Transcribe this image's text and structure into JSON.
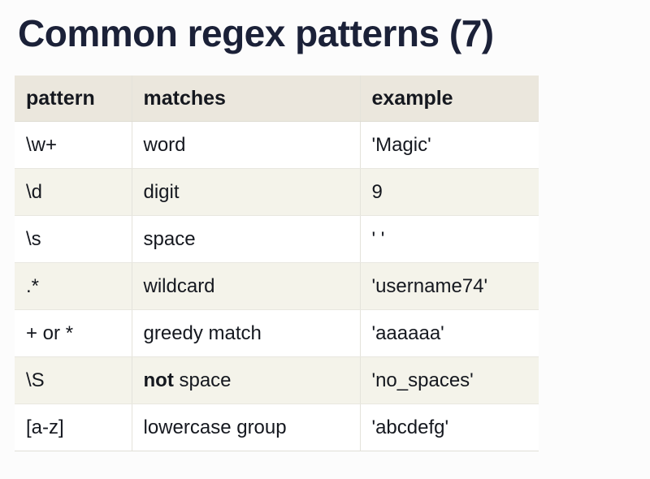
{
  "slide": {
    "title": "Common regex patterns (7)",
    "background_color": "#fcfcfc",
    "title_color": "#1b2138"
  },
  "table": {
    "header_background": "#ebe7dd",
    "tint_row_background": "#f4f3ea",
    "plain_row_background": "#ffffff",
    "divider_color": "#e4e3db",
    "columns": [
      "pattern",
      "matches",
      "example"
    ],
    "rows": [
      {
        "pattern": "\\w+",
        "matches_bold": "",
        "matches": "word",
        "example": "'Magic'"
      },
      {
        "pattern": "\\d",
        "matches_bold": "",
        "matches": "digit",
        "example": "9"
      },
      {
        "pattern": "\\s",
        "matches_bold": "",
        "matches": "space",
        "example": "' '"
      },
      {
        "pattern": ".*",
        "matches_bold": "",
        "matches": "wildcard",
        "example": "'username74'"
      },
      {
        "pattern": "+ or *",
        "matches_bold": "",
        "matches": "greedy match",
        "example": "'aaaaaa'"
      },
      {
        "pattern": "\\S",
        "matches_bold": "not",
        "matches": "space",
        "example": "'no_spaces'"
      },
      {
        "pattern": "[a-z]",
        "matches_bold": "",
        "matches": "lowercase group",
        "example": "'abcdefg'"
      }
    ]
  }
}
